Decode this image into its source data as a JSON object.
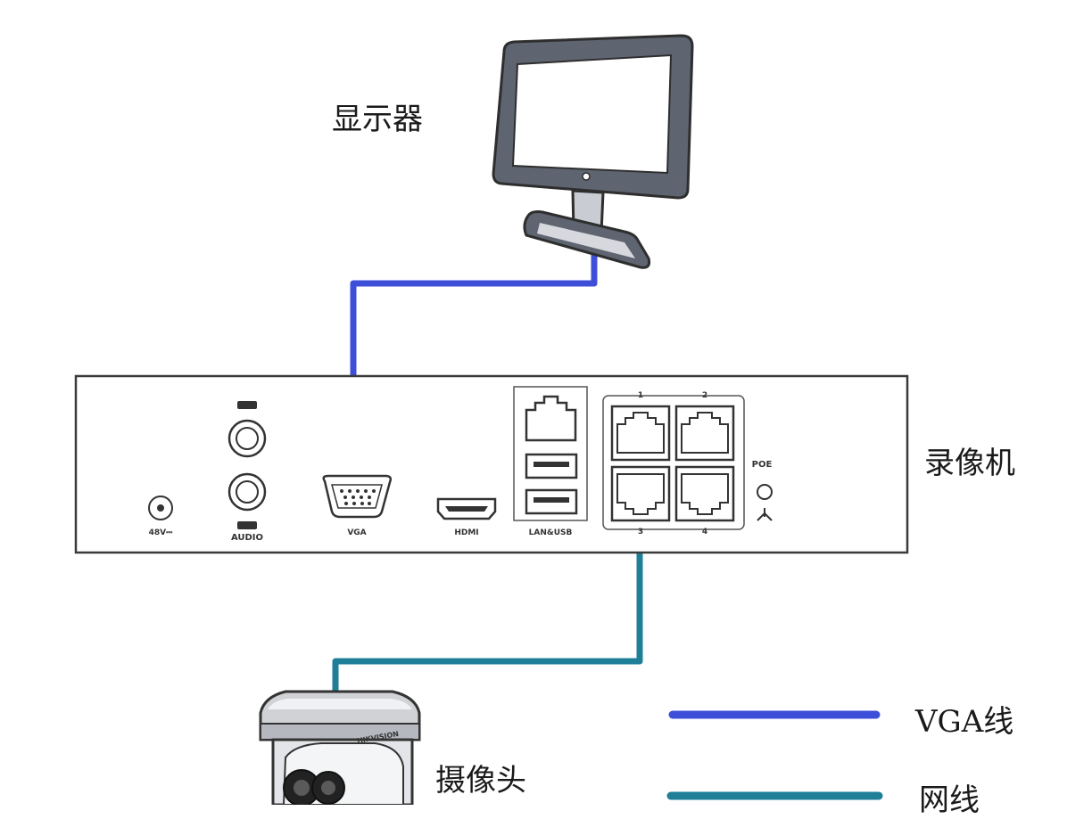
{
  "labels": {
    "monitor": "显示器",
    "recorder": "录像机",
    "camera": "摄像头",
    "legend_vga": "VGA线",
    "legend_network": "网线"
  },
  "ports": {
    "power": "48V⎓",
    "audio": "AUDIO",
    "vga": "VGA",
    "hdmi": "HDMI",
    "lan_usb": "LAN&USB",
    "poe": "POE",
    "poe_port_1": "1",
    "poe_port_2": "2",
    "poe_port_3": "3",
    "poe_port_4": "4"
  },
  "camera_brand": "HIKVISION",
  "colors": {
    "vga_cable": "#3d4fd9",
    "network_cable": "#1f7f99",
    "outline": "#3a3a3a",
    "monitor_frame": "#5e6470"
  },
  "icons": [
    "monitor-icon",
    "dvr-recorder-icon",
    "dome-camera-icon",
    "rj45-port-icon",
    "usb-port-icon",
    "hdmi-port-icon",
    "vga-port-icon",
    "audio-jack-icon",
    "power-jack-icon",
    "ground-icon"
  ]
}
